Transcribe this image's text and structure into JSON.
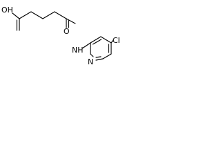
{
  "molecule": {
    "atoms": {
      "oh": "OH",
      "carbonyl_o": "O",
      "nh": "NH",
      "ring_n": "N",
      "cl": "Cl"
    }
  }
}
